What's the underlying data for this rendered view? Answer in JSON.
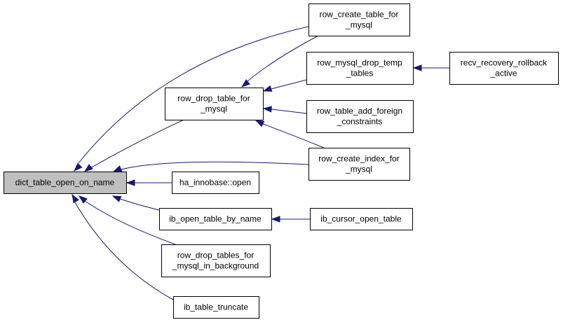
{
  "nodes": [
    {
      "id": "dict",
      "lines": [
        "dict_table_open_on_name"
      ],
      "highlight": true
    },
    {
      "id": "rdtm",
      "lines": [
        "row_drop_table_for",
        "_mysql"
      ]
    },
    {
      "id": "ha",
      "lines": [
        "ha_innobase::open"
      ]
    },
    {
      "id": "iotbn",
      "lines": [
        "ib_open_table_by_name"
      ]
    },
    {
      "id": "rdtfmib",
      "lines": [
        "row_drop_tables_for",
        "_mysql_in_background"
      ]
    },
    {
      "id": "ibtt",
      "lines": [
        "ib_table_truncate"
      ]
    },
    {
      "id": "rctm",
      "lines": [
        "row_create_table_for",
        "_mysql"
      ]
    },
    {
      "id": "rmdtt",
      "lines": [
        "row_mysql_drop_temp",
        "_tables"
      ]
    },
    {
      "id": "rtafc",
      "lines": [
        "row_table_add_foreign",
        "_constraints"
      ]
    },
    {
      "id": "rcifm",
      "lines": [
        "row_create_index_for",
        "_mysql"
      ]
    },
    {
      "id": "icot",
      "lines": [
        "ib_cursor_open_table"
      ]
    },
    {
      "id": "rrra",
      "lines": [
        "recv_recovery_rollback",
        "_active"
      ]
    }
  ],
  "edges": [
    {
      "from": "rdtm",
      "to": "dict"
    },
    {
      "from": "ha",
      "to": "dict"
    },
    {
      "from": "iotbn",
      "to": "dict"
    },
    {
      "from": "rdtfmib",
      "to": "dict"
    },
    {
      "from": "ibtt",
      "to": "dict"
    },
    {
      "from": "rctm",
      "to": "dict"
    },
    {
      "from": "rcifm",
      "to": "dict"
    },
    {
      "from": "rmdtt",
      "to": "rdtm"
    },
    {
      "from": "rctm",
      "to": "rdtm"
    },
    {
      "from": "rtafc",
      "to": "rdtm"
    },
    {
      "from": "rcifm",
      "to": "rdtm"
    },
    {
      "from": "icot",
      "to": "iotbn"
    },
    {
      "from": "rrra",
      "to": "rmdtt"
    }
  ]
}
